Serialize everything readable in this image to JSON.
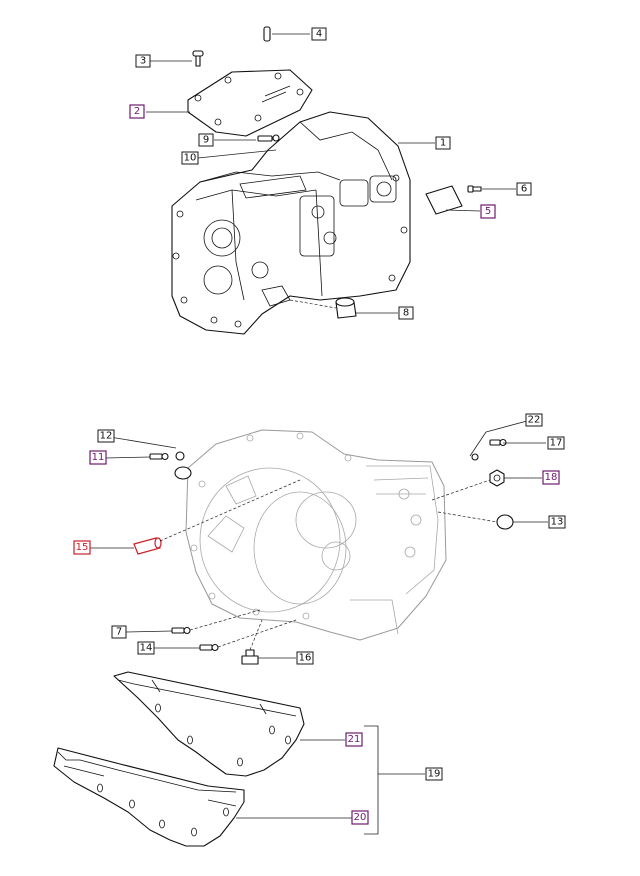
{
  "callouts": {
    "c1": "1",
    "c2": "2",
    "c3": "3",
    "c4": "4",
    "c5": "5",
    "c6": "6",
    "c7": "7",
    "c8": "8",
    "c9": "9",
    "c10": "10",
    "c11": "11",
    "c12": "12",
    "c13": "13",
    "c14": "14",
    "c15": "15",
    "c16": "16",
    "c17": "17",
    "c18": "18",
    "c19": "19",
    "c20": "20",
    "c21": "21",
    "c22": "22"
  },
  "colors": {
    "highlight": "#6e1a6e",
    "selected": "#c8202a",
    "ink": "#111111",
    "ghost": "#9a9a9a"
  }
}
